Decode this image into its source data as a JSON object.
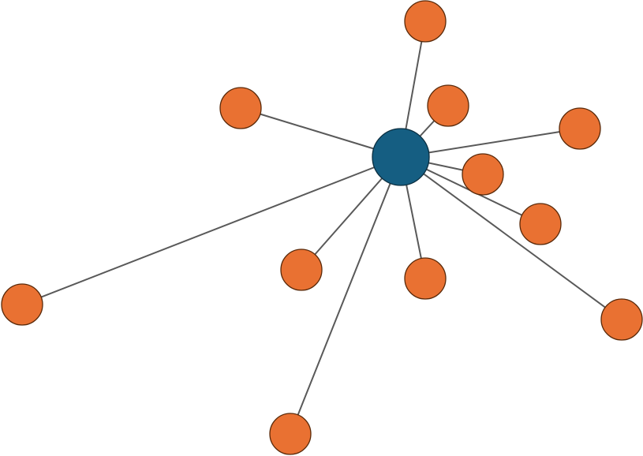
{
  "diagram": {
    "type": "star-network",
    "colors": {
      "hub_fill": "#155E82",
      "hub_stroke": "#0B2E40",
      "leaf_fill": "#E97132",
      "leaf_stroke": "#5A2A0A",
      "edge": "#595959",
      "background": "#FFFFFF"
    },
    "hub": {
      "id": "hub"
    },
    "leaves": [
      {
        "id": "leaf-1"
      },
      {
        "id": "leaf-2"
      },
      {
        "id": "leaf-3"
      },
      {
        "id": "leaf-4"
      },
      {
        "id": "leaf-5"
      },
      {
        "id": "leaf-6"
      },
      {
        "id": "leaf-7"
      },
      {
        "id": "leaf-8"
      },
      {
        "id": "leaf-9"
      },
      {
        "id": "leaf-10"
      },
      {
        "id": "leaf-11"
      }
    ]
  }
}
